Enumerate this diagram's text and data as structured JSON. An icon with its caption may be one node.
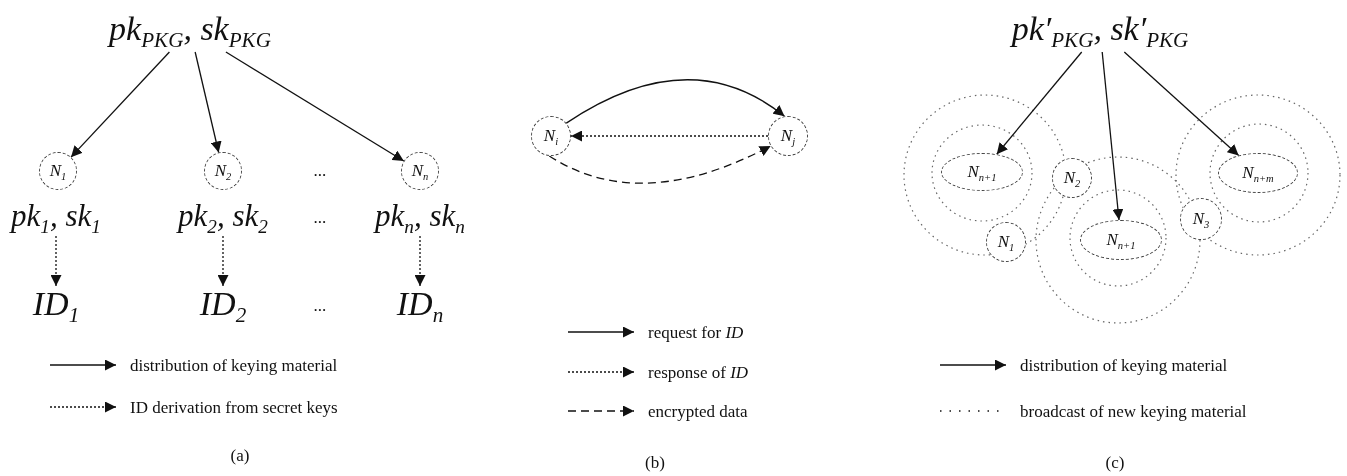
{
  "diagram": {
    "nodes": [
      {
        "text": [
          "pk$_{PKG}$, sk$_{PKG}$"
        ]
      },
      {
        "text": [
          "N$_{1}$"
        ]
      },
      {
        "text": [
          "pk$_{1}$, sk$_{1}$"
        ]
      },
      {
        "text": [
          "ID$_{1}$"
        ]
      },
      {
        "text": [
          "N$_{2}$"
        ]
      },
      {
        "text": [
          "pk$_{2}$, sk$_{2}$"
        ]
      },
      {
        "text": [
          "ID$_{2}$"
        ]
      },
      {
        "text": [
          "N$_{n}$"
        ]
      },
      {
        "text": [
          "pk$_{n}$, sk$_{n}$"
        ]
      },
      {
        "text": [
          "ID$_{n}$"
        ]
      },
      {
        "text": [
          "N$_{i}$"
        ]
      },
      {
        "text": [
          "N$_{j}$"
        ]
      },
      {
        "text": [
          "pk′$_{PKG}$, sk′$_{PKG}$"
        ]
      },
      {
        "text": [
          "N$_{n+1}$"
        ]
      },
      {
        "text": [
          "N$_{2}$"
        ]
      },
      {
        "text": [
          "N$_{n+1}$"
        ]
      },
      {
        "text": [
          "N$_{1}$"
        ]
      },
      {
        "text": [
          "N$_{3}$"
        ]
      },
      {
        "text": [
          "N$_{n+m}$"
        ]
      }
    ],
    "edges": [
      {
        "from": 0,
        "to": 1,
        "arrow": "to"
      },
      {
        "from": 0,
        "to": 4,
        "arrow": "to"
      },
      {
        "from": 0,
        "to": 7,
        "arrow": "to"
      },
      {
        "from": 2,
        "to": 3,
        "arrow": "to",
        "style": "dashed"
      },
      {
        "from": 5,
        "to": 6,
        "arrow": "to",
        "style": "dashed"
      },
      {
        "from": 8,
        "to": 9,
        "arrow": "to",
        "style": "dashed"
      },
      {
        "from": 10,
        "to": 11,
        "arrow": "to"
      },
      {
        "from": 11,
        "to": 10,
        "arrow": "to",
        "style": "dashed"
      },
      {
        "from": 10,
        "to": 11,
        "arrow": "to",
        "style": "dashed"
      },
      {
        "from": 12,
        "to": 13,
        "arrow": "to"
      },
      {
        "from": 12,
        "to": 15,
        "arrow": "to"
      },
      {
        "from": 12,
        "to": 18,
        "arrow": "to"
      }
    ],
    "labels": [
      "...",
      "...",
      "...",
      "(a)",
      "(b)",
      "(c)"
    ],
    "legend": [
      {
        "text": "distribution of keying material"
      },
      {
        "text": "ID derivation from secret keys"
      },
      {
        "text": "request for *ID*"
      },
      {
        "text": "response of *ID*"
      },
      {
        "text": "encrypted data"
      },
      {
        "text": "distribution of keying material"
      },
      {
        "text": "broadcast of new keying material"
      }
    ]
  }
}
